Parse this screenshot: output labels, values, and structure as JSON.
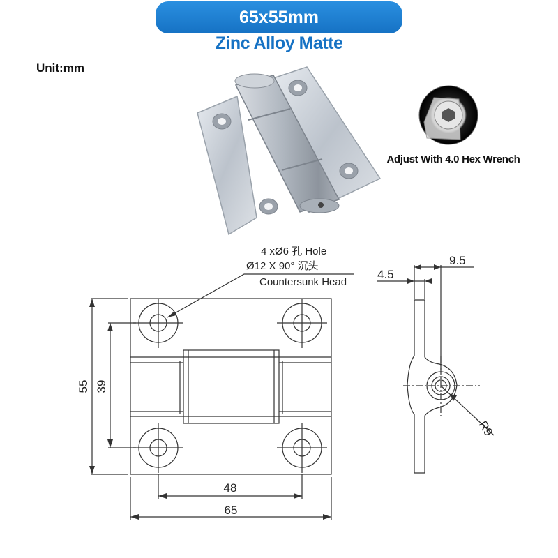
{
  "header": {
    "title": "65x55mm",
    "subtitle": "Zinc Alloy Matte",
    "unit_label": "Unit:mm"
  },
  "inset": {
    "caption": "Adjust With 4.0 Hex Wrench"
  },
  "callout": {
    "line1": "4 xØ6 孔 Hole",
    "line2": "Ø12 X 90°  沉头",
    "line3": "Countersunk Head"
  },
  "dimensions": {
    "height_total": "55",
    "hole_spacing_vertical": "39",
    "hole_spacing_horizontal": "48",
    "width_total": "65",
    "leaf_thickness": "4.5",
    "knuckle_offset": "9.5",
    "knuckle_radius": "R9"
  },
  "colors": {
    "title_pill": "#1672c4",
    "subtitle_text": "#1672c4",
    "drawing_line": "#333333"
  }
}
